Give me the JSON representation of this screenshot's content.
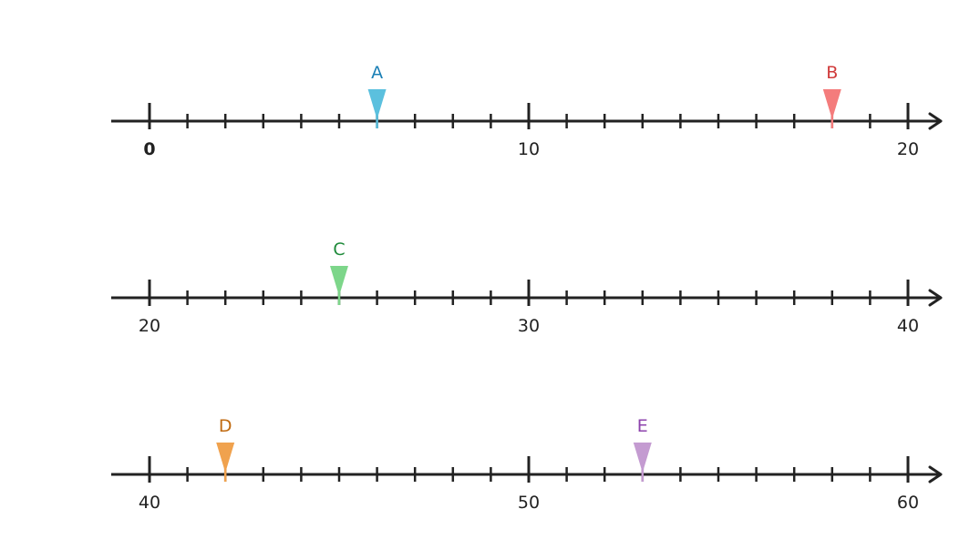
{
  "number_lines": [
    {
      "start": 0,
      "end": 20,
      "minor_step": 1,
      "labels": [
        {
          "value": 0,
          "text": "0",
          "bold": true
        },
        {
          "value": 10,
          "text": "10",
          "bold": false
        },
        {
          "value": 20,
          "text": "20",
          "bold": false
        }
      ],
      "markers": [
        {
          "label": "A",
          "value": 6,
          "fill": "#5bc0de",
          "text_color": "#1a7fb5"
        },
        {
          "label": "B",
          "value": 18,
          "fill": "#f47c7c",
          "text_color": "#d03b3b"
        }
      ]
    },
    {
      "start": 20,
      "end": 40,
      "minor_step": 1,
      "labels": [
        {
          "value": 20,
          "text": "20",
          "bold": false
        },
        {
          "value": 30,
          "text": "30",
          "bold": false
        },
        {
          "value": 40,
          "text": "40",
          "bold": false
        }
      ],
      "markers": [
        {
          "label": "C",
          "value": 25,
          "fill": "#7dd68a",
          "text_color": "#1e8a3a"
        }
      ]
    },
    {
      "start": 40,
      "end": 60,
      "minor_step": 1,
      "labels": [
        {
          "value": 40,
          "text": "40",
          "bold": false
        },
        {
          "value": 50,
          "text": "50",
          "bold": false
        },
        {
          "value": 60,
          "text": "60",
          "bold": false
        }
      ],
      "markers": [
        {
          "label": "D",
          "value": 42,
          "fill": "#f0a24e",
          "text_color": "#c06a10"
        },
        {
          "label": "E",
          "value": 53,
          "fill": "#c49bd1",
          "text_color": "#8e44ad"
        }
      ]
    }
  ]
}
